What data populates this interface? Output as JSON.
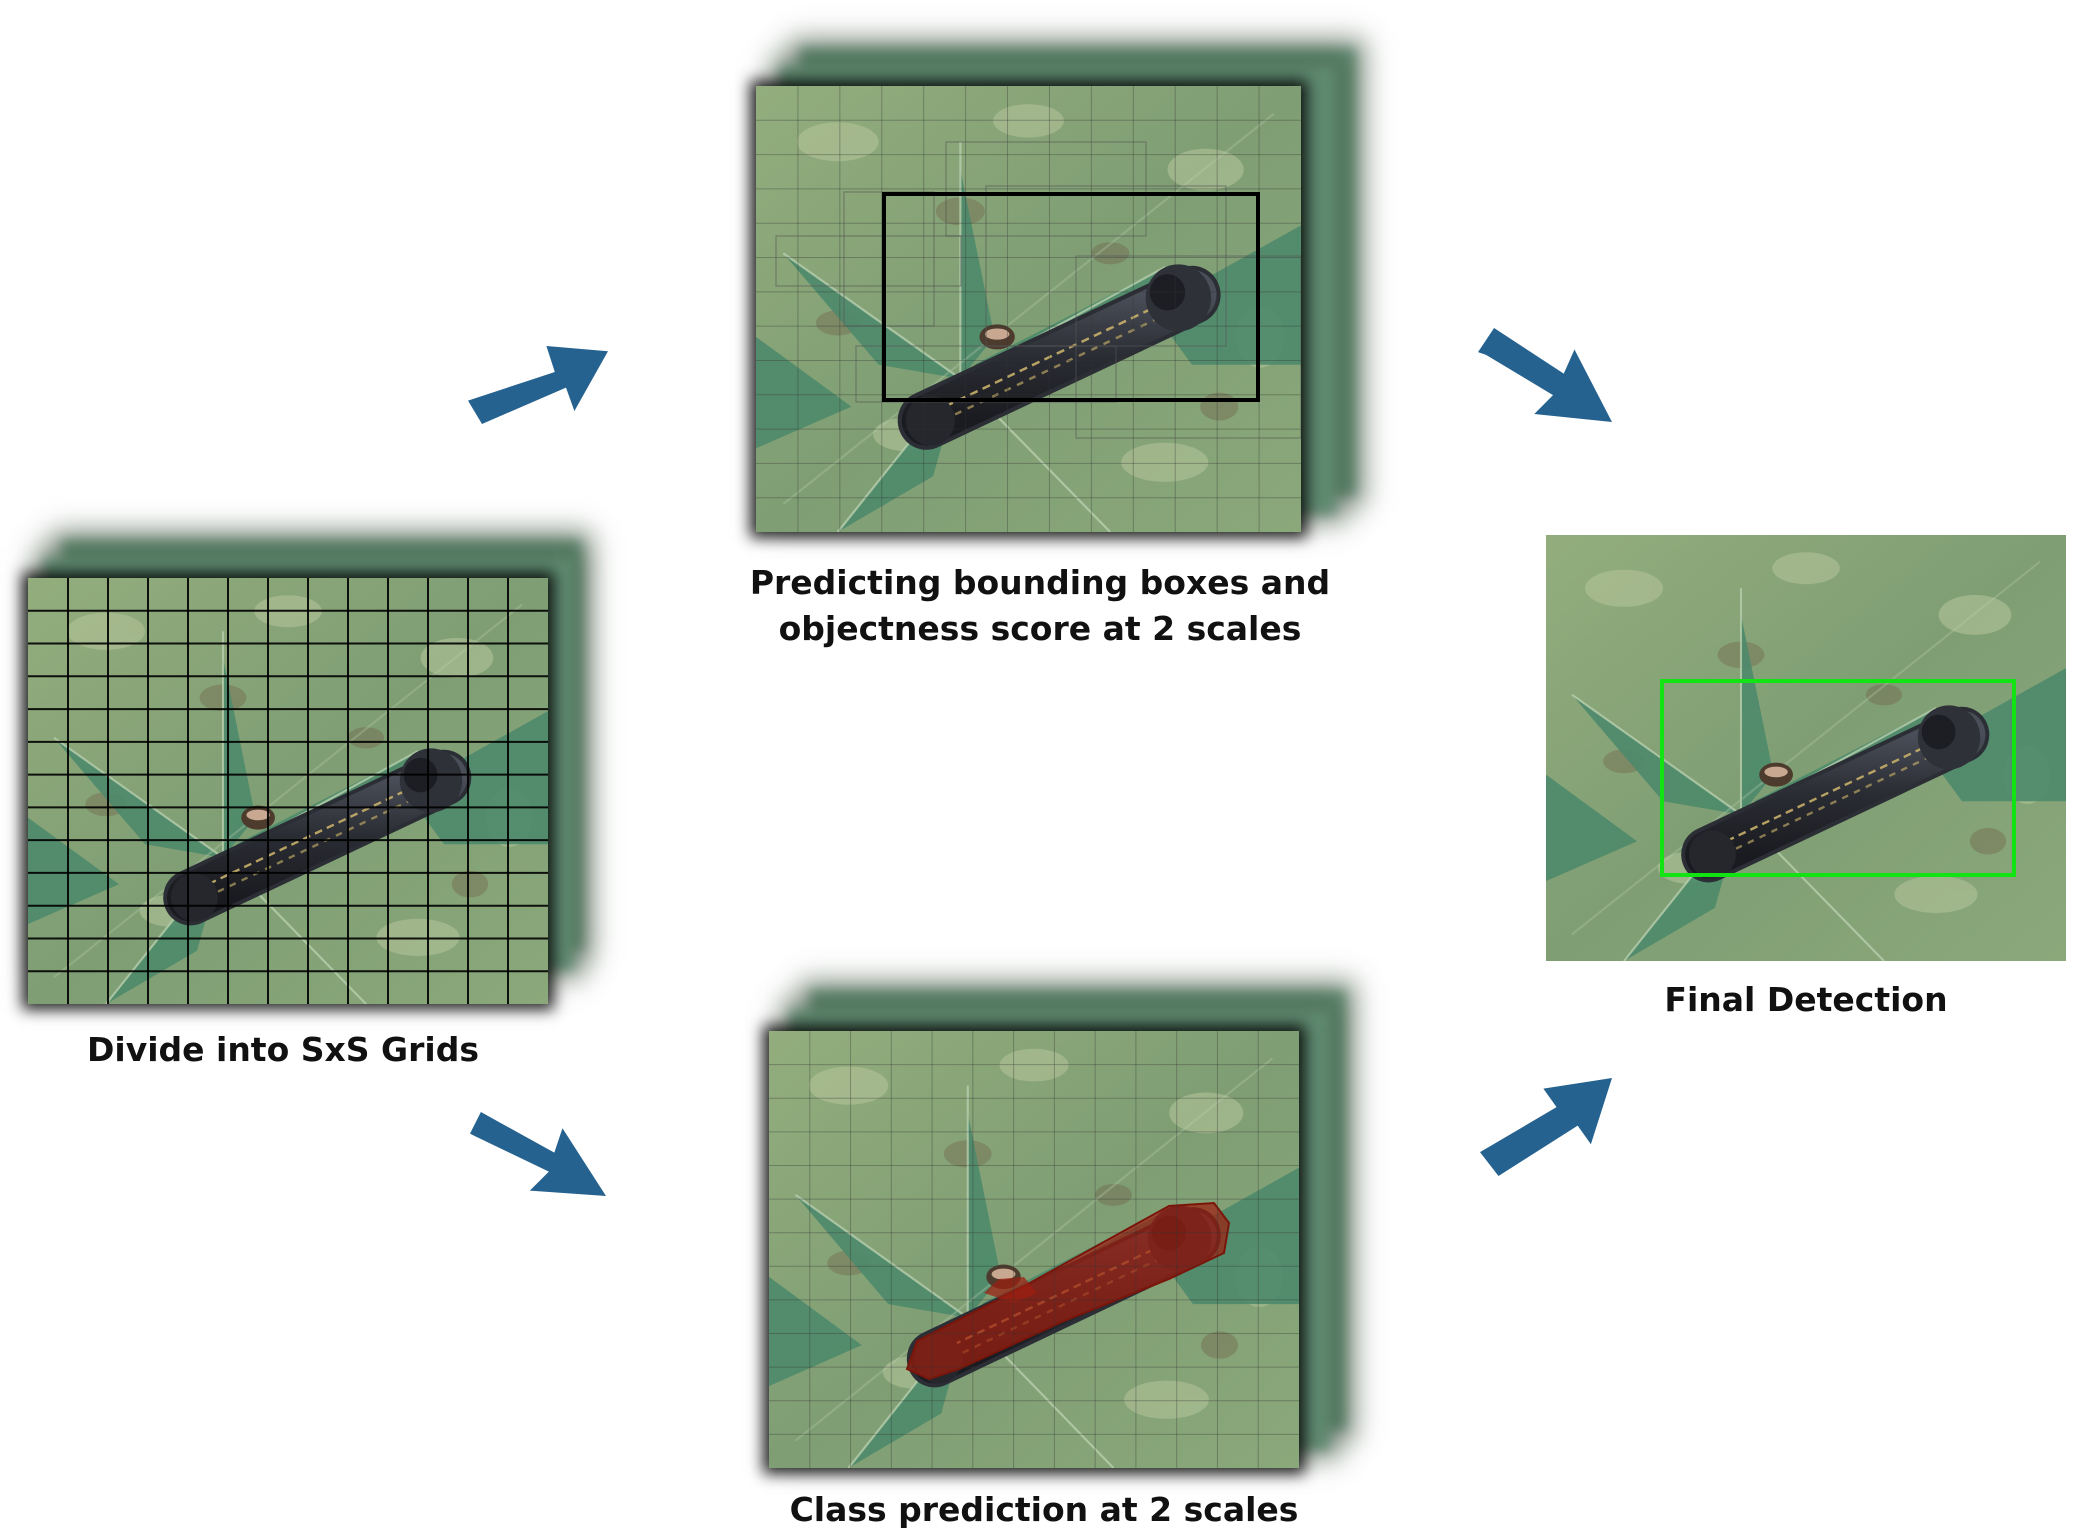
{
  "steps": {
    "grid": {
      "label": "Divide into SxS Grids"
    },
    "bbox": {
      "label_line1": "Predicting bounding boxes and",
      "label_line2": "objectness score at 2 scales"
    },
    "class": {
      "label": "Class prediction at 2 scales"
    },
    "final": {
      "label": "Final Detection"
    }
  },
  "colors": {
    "arrow": "#25628f",
    "final_box": "#12e312",
    "class_mask": "#9c1e0f",
    "leaf": "#4f8a6a",
    "background_foliage": "#8aa877",
    "caterpillar": "#2b2e35"
  }
}
